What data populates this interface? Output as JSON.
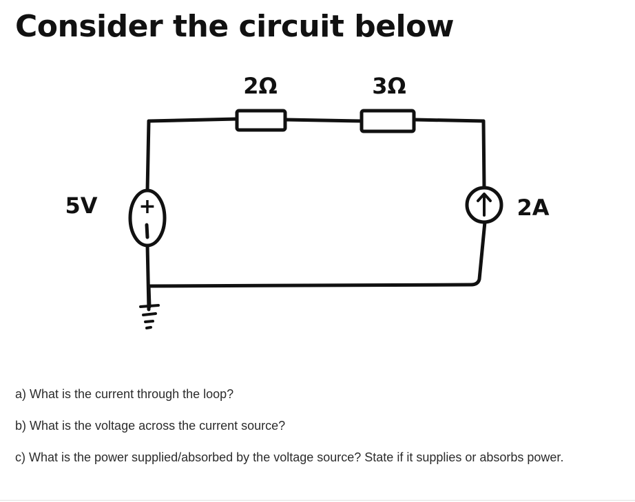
{
  "title": "Consider the circuit below",
  "circuit": {
    "resistor_1_label": "2Ω",
    "resistor_2_label": "3Ω",
    "voltage_source_label": "5V",
    "voltage_source_plus": "+",
    "current_source_label": "2A"
  },
  "questions": {
    "a": "a) What is the current through the loop?",
    "b": "b) What is the voltage across the current source?",
    "c": "c) What is the power supplied/absorbed by the voltage source? State if it supplies or absorbs power."
  }
}
